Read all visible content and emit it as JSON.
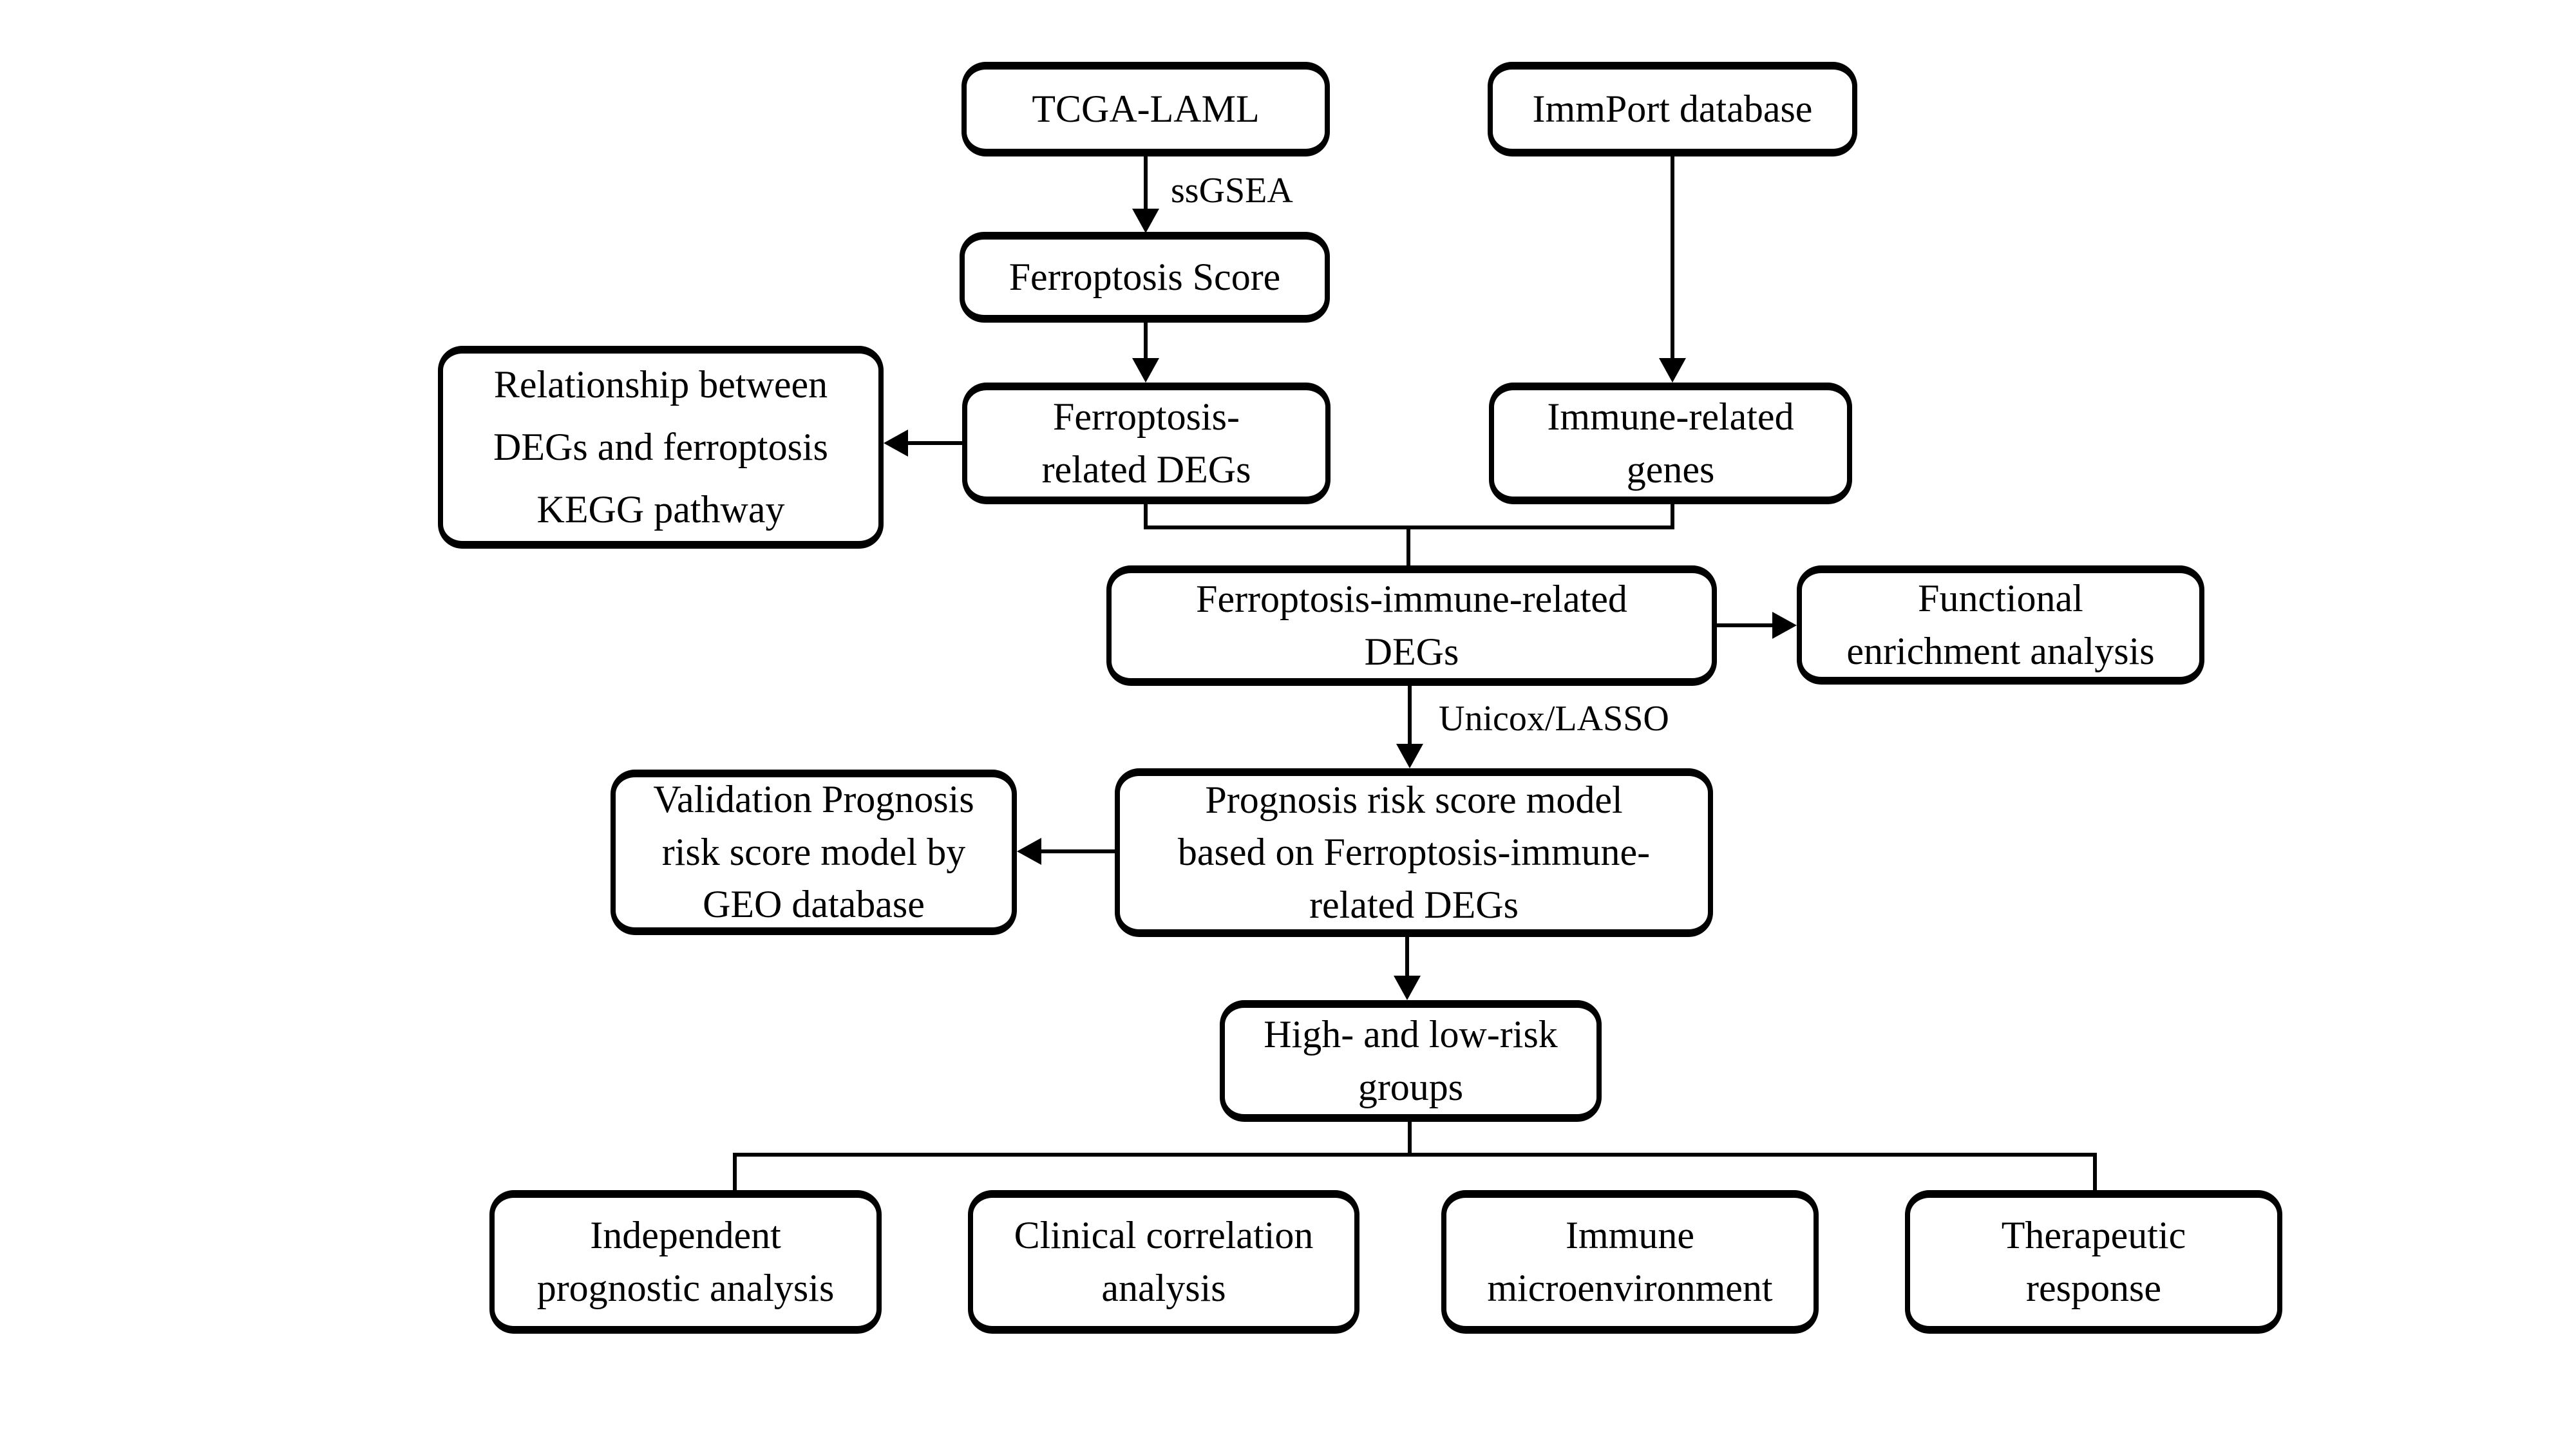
{
  "diagram": {
    "nodes": {
      "tcga_laml": {
        "label": "TCGA-LAML"
      },
      "immport": {
        "label": "ImmPort database"
      },
      "ferroptosis_score": {
        "label": "Ferroptosis Score"
      },
      "relationship_kegg": {
        "label": "Relationship between\nDEGs and ferroptosis\nKEGG pathway"
      },
      "ferroptosis_degs": {
        "label": "Ferroptosis-\nrelated DEGs"
      },
      "immune_genes": {
        "label": "Immune-related\ngenes"
      },
      "ferroptosis_immune_degs": {
        "label": "Ferroptosis-immune-related\nDEGs"
      },
      "functional_enrichment": {
        "label": "Functional\nenrichment analysis"
      },
      "prognosis_model": {
        "label": "Prognosis risk score model\nbased on Ferroptosis-immune-\nrelated DEGs"
      },
      "validation_geo": {
        "label": "Validation Prognosis\nrisk score model by\nGEO database"
      },
      "high_low_groups": {
        "label": "High- and low-risk\ngroups"
      },
      "independent_prognostic": {
        "label": "Independent\nprognostic analysis"
      },
      "clinical_correlation": {
        "label": "Clinical correlation\nanalysis"
      },
      "immune_microenvironment": {
        "label": "Immune\nmicroenvironment"
      },
      "therapeutic_response": {
        "label": "Therapeutic\nresponse"
      }
    },
    "edge_labels": {
      "ssgsea": "ssGSEA",
      "unicox_lasso": "Unicox/LASSO"
    },
    "colors": {
      "background": "#ffffff",
      "box_fill": "#ffffff",
      "box_border": "#000000",
      "text": "#000000"
    }
  }
}
